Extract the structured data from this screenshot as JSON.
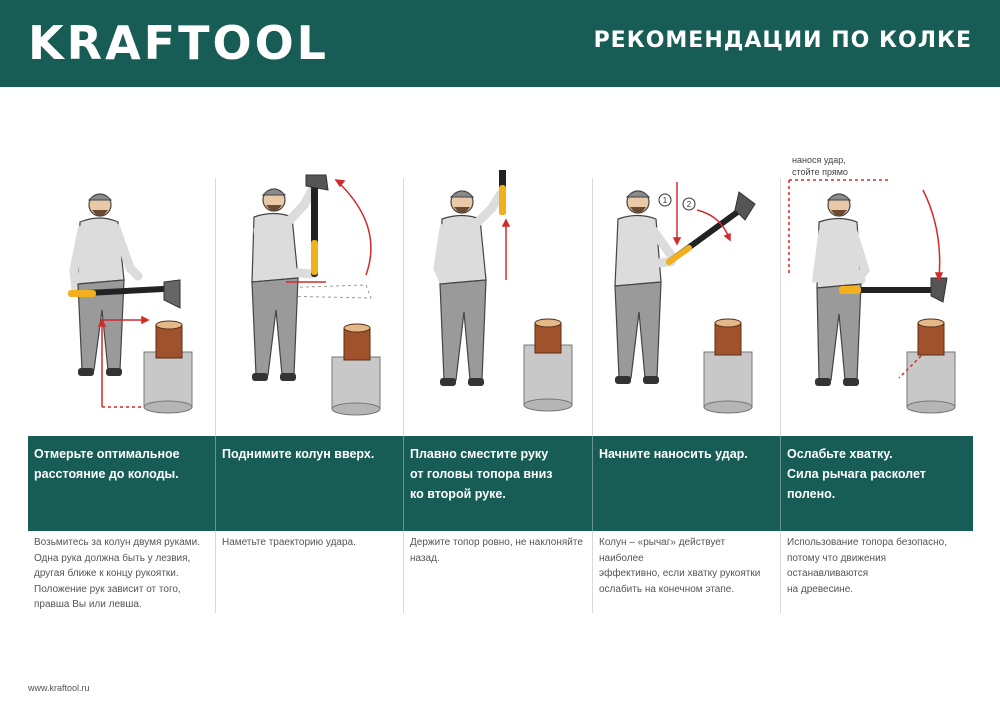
{
  "header": {
    "brand": "KRAFTOOL",
    "title": "РЕКОМЕНДАЦИИ ПО КОЛКЕ"
  },
  "annotations": {
    "step4_mark1": "1",
    "step4_mark2": "2",
    "step5_note_line1": "нанося удар,",
    "step5_note_line2": "стойте прямо"
  },
  "steps": [
    {
      "title_lines": [
        "Отмерьте оптимальное",
        "расстояние до колоды."
      ],
      "text_lines": [
        "Возьмитесь за колун двумя руками.",
        "Одна рука должна быть у лезвия,",
        "другая ближе к концу рукоятки.",
        "Положение рук зависит от того,",
        "правша Вы или левша."
      ]
    },
    {
      "title_lines": [
        "Поднимите колун вверх."
      ],
      "text_lines": [
        "Наметьте траекторию удара."
      ]
    },
    {
      "title_lines": [
        "Плавно сместите руку",
        "от головы топора вниз",
        "ко второй руке."
      ],
      "text_lines": [
        "Держите топор ровно, не наклоняйте",
        "назад."
      ]
    },
    {
      "title_lines": [
        "Начните наносить удар."
      ],
      "text_lines": [
        "Колун – «рычаг» действует наиболее",
        "эффективно, если хватку рукоятки",
        "ослабить на конечном этапе."
      ]
    },
    {
      "title_lines": [
        "Ослабьте хватку.",
        "Сила рычага расколет",
        "полено."
      ],
      "text_lines": [
        "Использование топора безопасно,",
        "потому что движения останавливаются",
        "на древесине."
      ]
    }
  ],
  "footer": {
    "url": "www.kraftool.ru"
  },
  "colors": {
    "brand_green": "#175c55",
    "shirt": "#dcdcdc",
    "pants": "#9a9a9a",
    "wood": "#a0522d",
    "stump": "#c8c8c8",
    "handle_yellow": "#f2b01e",
    "arrow_red": "#d22b2b"
  }
}
